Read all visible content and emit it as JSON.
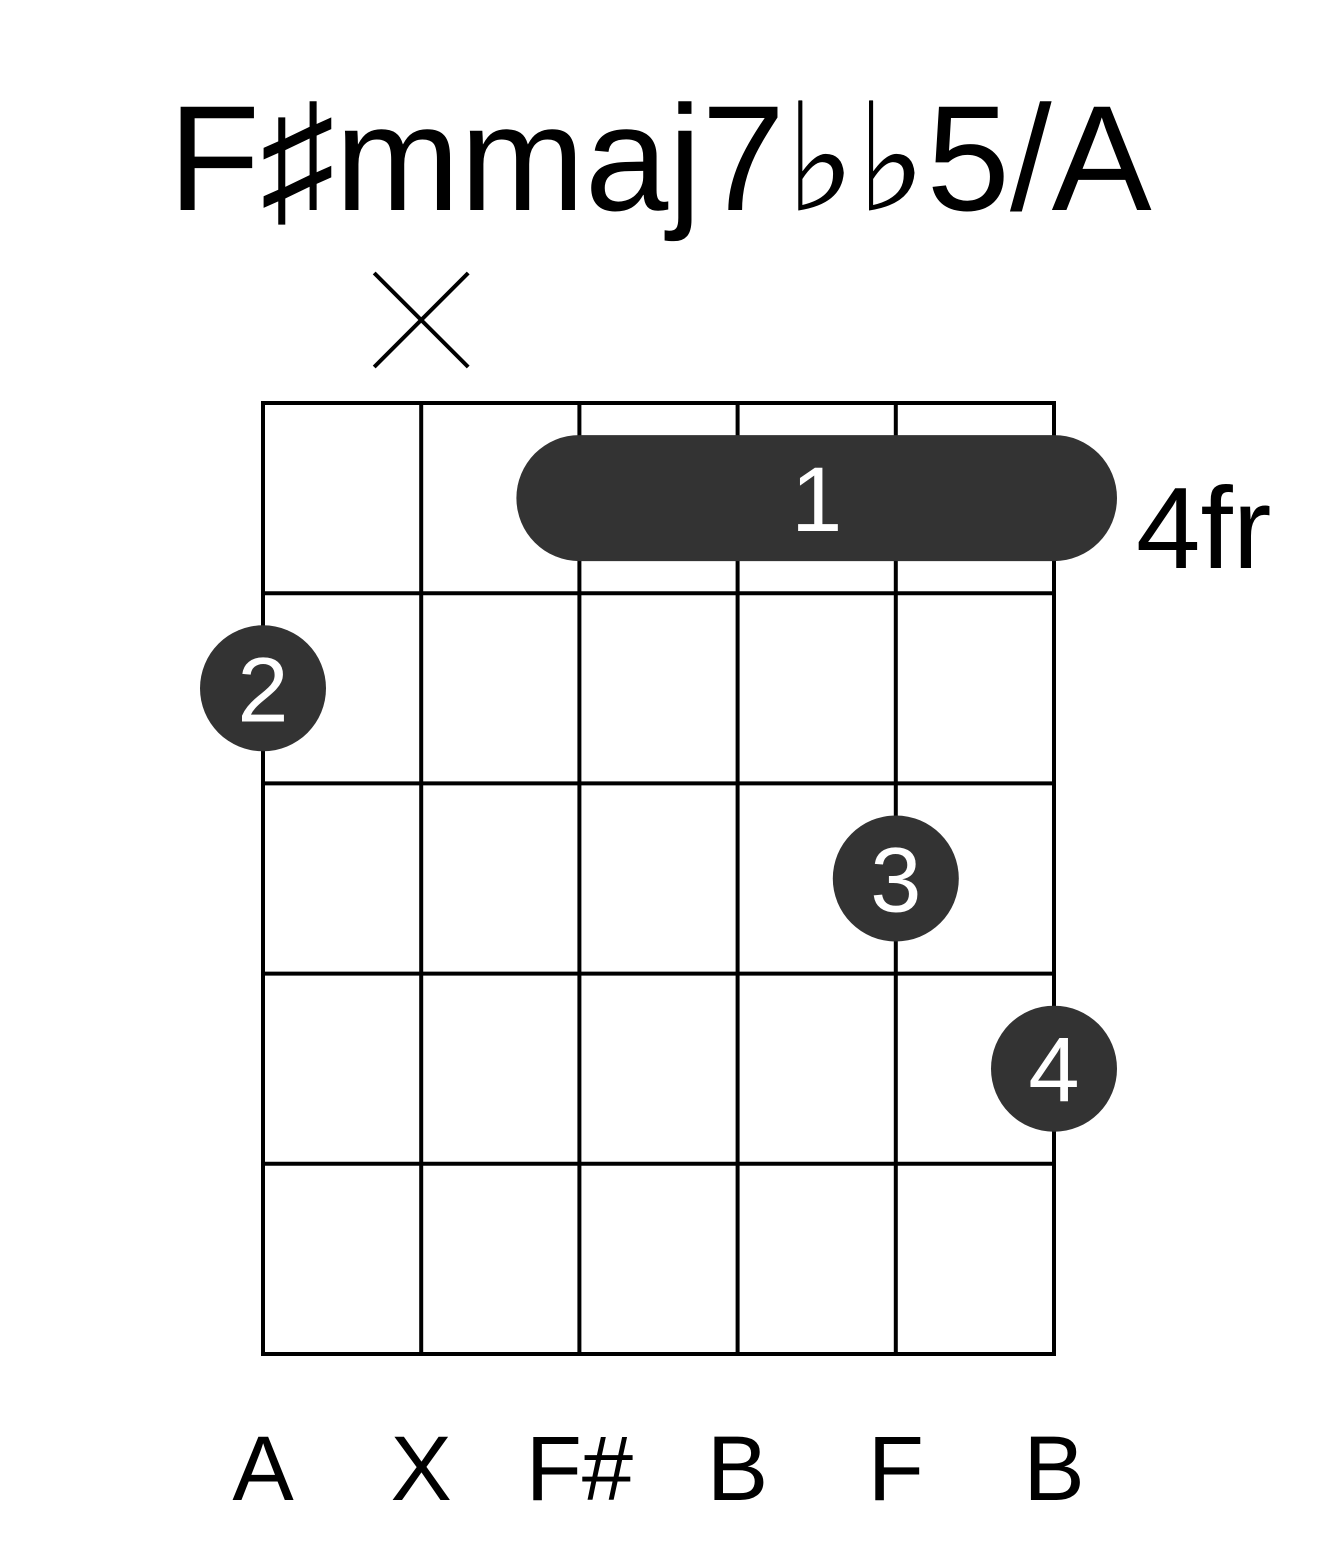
{
  "diagram": {
    "title": "F♯mmaj7♭♭5/A",
    "base_fret_label": "4fr",
    "string_count": 6,
    "fret_rows": 5,
    "muted_strings": [
      2
    ],
    "barre": {
      "finger": "1",
      "fret_row": 1,
      "from_string": 3,
      "to_string": 6
    },
    "fingers": [
      {
        "finger": "2",
        "string": 1,
        "fret_row": 2
      },
      {
        "finger": "3",
        "string": 5,
        "fret_row": 3
      },
      {
        "finger": "4",
        "string": 6,
        "fret_row": 4
      }
    ],
    "string_notes": [
      "A",
      "X",
      "F#",
      "B",
      "F",
      "B"
    ],
    "colors": {
      "dot": "#333333",
      "grid": "#000000",
      "finger_text": "#ffffff"
    },
    "icons": {
      "muted": "x-mark-icon"
    }
  }
}
